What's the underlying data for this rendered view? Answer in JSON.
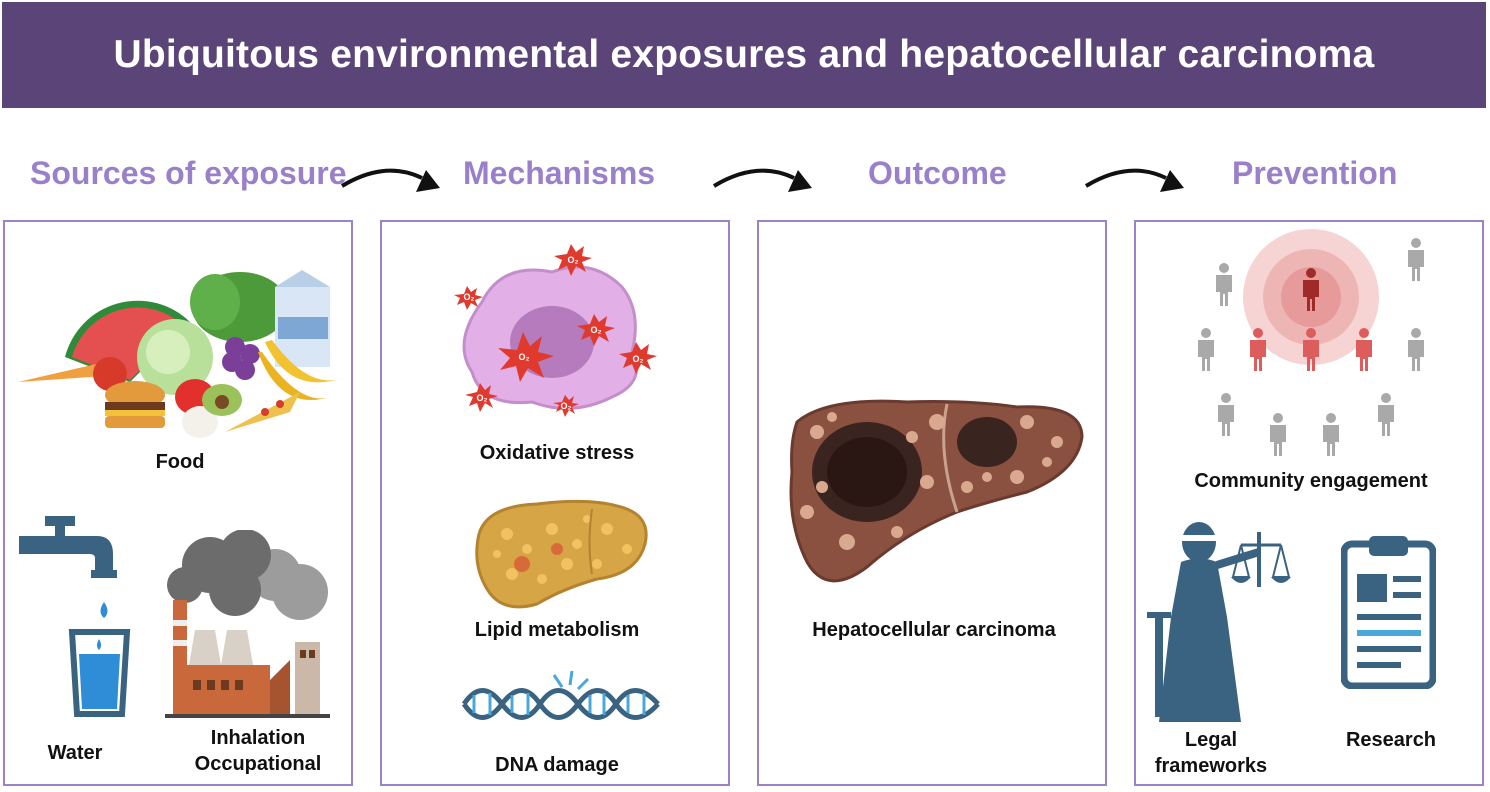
{
  "title": "Ubiquitous environmental exposures and hepatocellular carcinoma",
  "columns": {
    "sources": {
      "heading": "Sources of exposure",
      "items": {
        "food": "Food",
        "water": "Water",
        "inhalation": "Inhalation",
        "occupational": "Occupational"
      }
    },
    "mechanisms": {
      "heading": "Mechanisms",
      "items": {
        "oxidative": "Oxidative stress",
        "lipid": "Lipid metabolism",
        "dna": "DNA damage"
      }
    },
    "outcome": {
      "heading": "Outcome",
      "items": {
        "hcc": "Hepatocellular carcinoma"
      }
    },
    "prevention": {
      "heading": "Prevention",
      "items": {
        "community": "Community engagement",
        "legal_1": "Legal",
        "legal_2": "frameworks",
        "research": "Research"
      }
    }
  },
  "ros_label": "O₂",
  "colors": {
    "banner": "#5b4478",
    "heading": "#9a7fcb",
    "panel_border": "#9d82c7",
    "icon_blue": "#3a6281"
  }
}
